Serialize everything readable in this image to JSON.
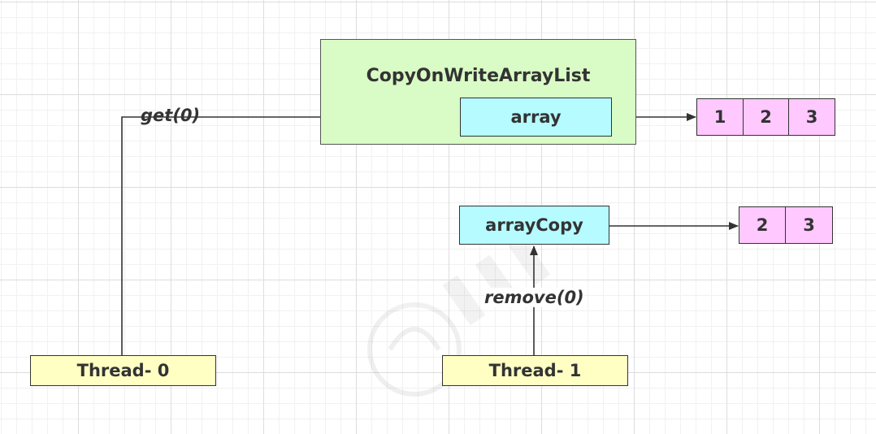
{
  "colors": {
    "container_fill": "#d9fbc5",
    "reference_fill": "#b5fbff",
    "element_fill": "#ffc8ff",
    "thread_fill": "#ffffc4",
    "line": "#333333"
  },
  "container": {
    "title": "CopyOnWriteArrayList"
  },
  "array_ref": {
    "label": "array"
  },
  "array_values": [
    "1",
    "2",
    "3"
  ],
  "copy_ref": {
    "label": "arrayCopy"
  },
  "copy_values": [
    "2",
    "3"
  ],
  "thread0": {
    "label": "Thread- 0",
    "operation": "get(0)"
  },
  "thread1": {
    "label": "Thread- 1",
    "operation": "remove(0)"
  }
}
